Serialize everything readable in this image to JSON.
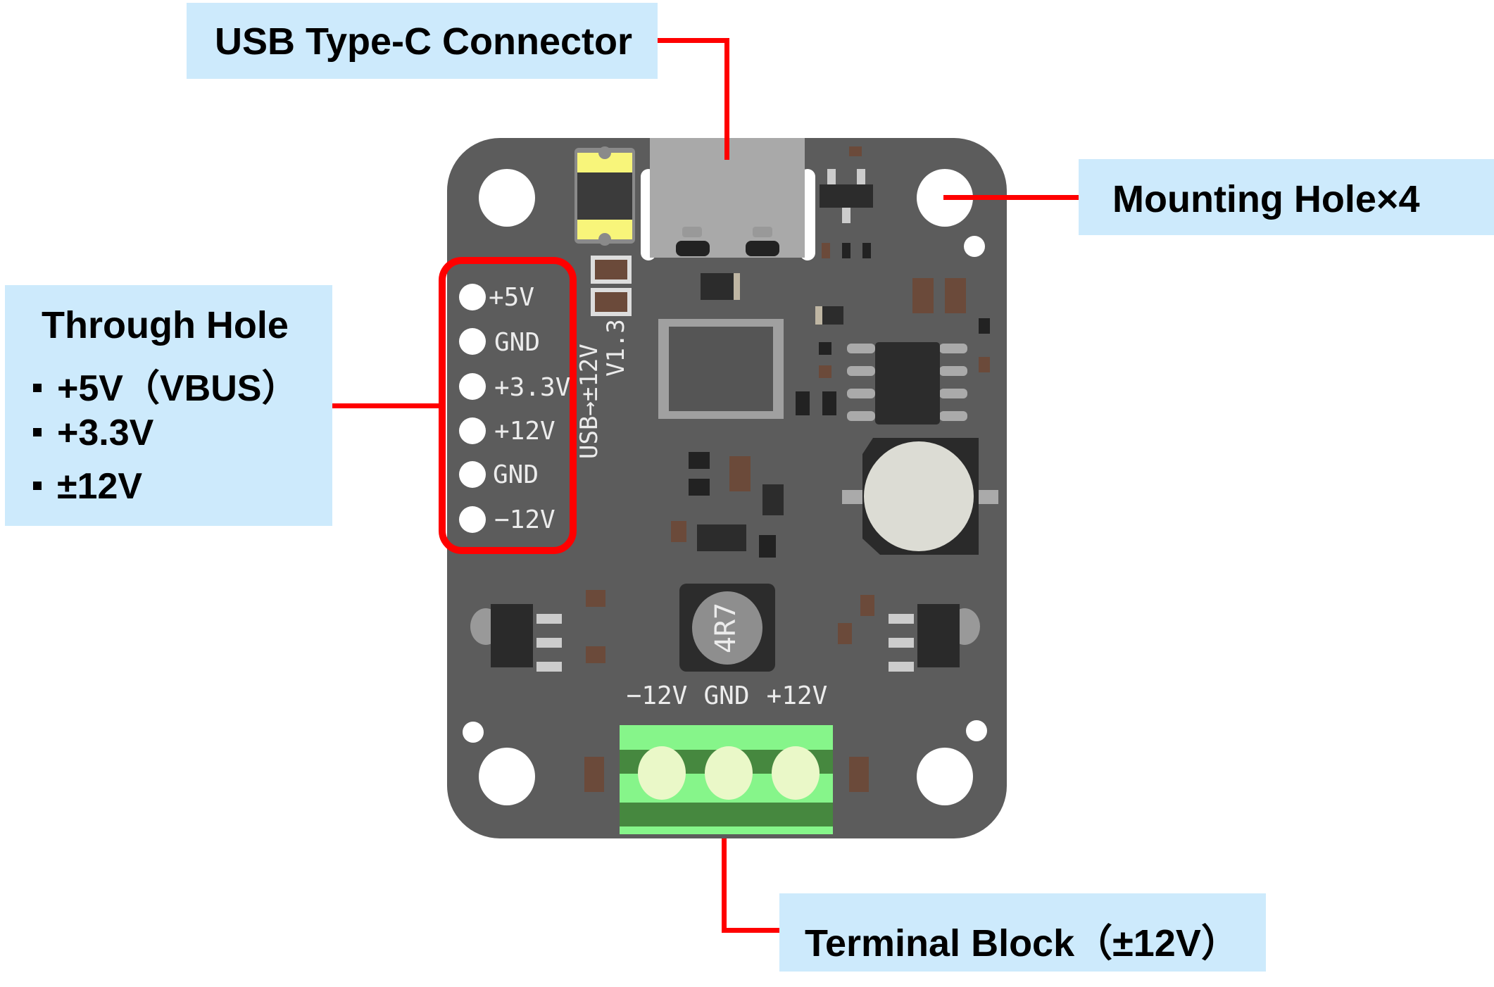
{
  "callouts": {
    "usb": {
      "label": "USB Type-C Connector"
    },
    "mounting": {
      "label": "Mounting Hole×4"
    },
    "through_hole": {
      "title": "Through Hole",
      "items": [
        "+5V（VBUS）",
        "+3.3V",
        "±12V"
      ]
    },
    "terminal": {
      "label": "Terminal Block（±12V）"
    }
  },
  "board": {
    "header_pins": [
      "+5V",
      "GND",
      "+3.3V",
      "+12V",
      "GND",
      "−12V"
    ],
    "silkscreen_title": "USB→±12V",
    "silkscreen_version": "V1.3",
    "inductor_marking": "4R7",
    "terminal_labels": [
      "−12V",
      "GND",
      "+12V"
    ]
  },
  "colors": {
    "callout_bg": "#cdeafc",
    "leader_line": "#ff0000",
    "pcb": "#5c5c5c",
    "terminal_green": "#86f58a"
  }
}
